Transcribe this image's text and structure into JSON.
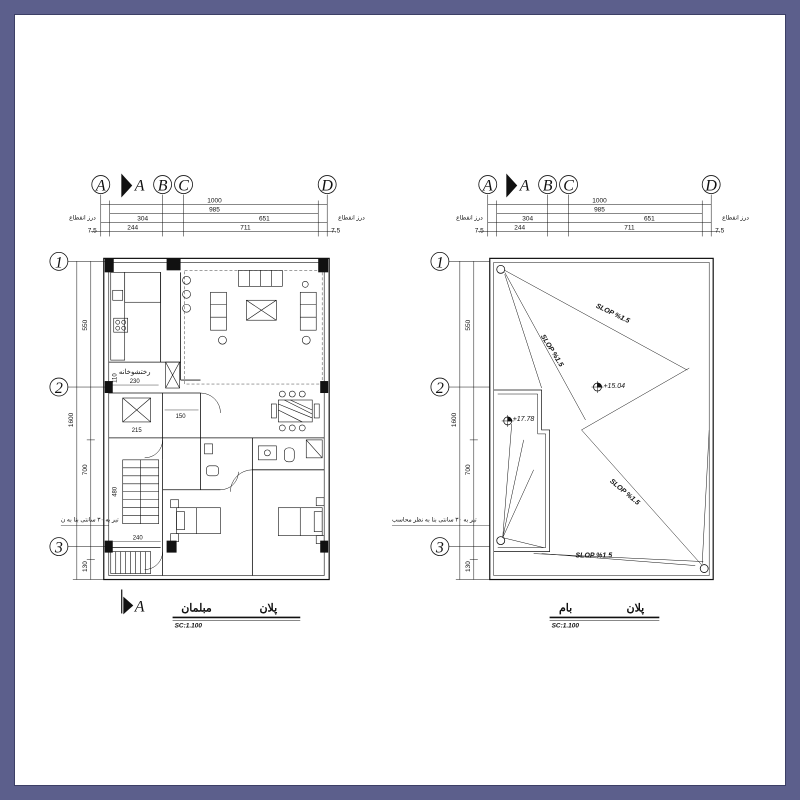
{
  "axes": {
    "a": "A",
    "b": "B",
    "c": "C",
    "d": "D",
    "r1": "1",
    "r2": "2",
    "r3": "3"
  },
  "section_mark": "A",
  "dims": {
    "total": "1000",
    "inner": "985",
    "seg1": "304",
    "seg2": "651",
    "seg3": "244",
    "seg4": "711",
    "edge": "7.5",
    "joint_label": "درز انقطاع"
  },
  "vdims": {
    "v1": "550",
    "v2": "1600",
    "v3": "700",
    "v4": "130"
  },
  "furniture_plan": {
    "title_word1": "پلان",
    "title_word2": "مبلمان",
    "scale": "SC:1.100",
    "storage_label": "رختشوخانه",
    "note": "تیر به ۳۰ سانتی بنا به ن",
    "dim_110": "110",
    "dim_230": "230",
    "dim_215": "215",
    "dim_150": "150",
    "dim_480": "480",
    "dim_240": "240"
  },
  "roof_plan": {
    "title_word1": "پلان",
    "title_word2": "بام",
    "scale": "SC:1.100",
    "note": "تیر به ۳۰ سانتی بنا به نظر محاسب",
    "slope_label": "SLOP %1.5",
    "level_high": "+15.04",
    "level_low": "+17.78"
  }
}
